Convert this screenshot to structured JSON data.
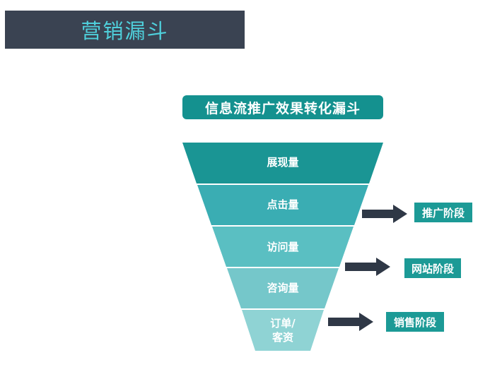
{
  "slide": {
    "title": "营销漏斗"
  },
  "funnel": {
    "title": "信息流推广效果转化漏斗",
    "stages": [
      {
        "label": "展现量",
        "color": "#1a9594"
      },
      {
        "label": "点击量",
        "color": "#3aadb3"
      },
      {
        "label": "访问量",
        "color": "#5abfc2"
      },
      {
        "label": "咨询量",
        "color": "#75c7ca"
      },
      {
        "label": "订单/\n客资",
        "color": "#8fd3d4"
      }
    ]
  },
  "phases": [
    {
      "label": "推广阶段"
    },
    {
      "label": "网站阶段"
    },
    {
      "label": "销售阶段"
    }
  ],
  "colors": {
    "arrow": "#2f3846",
    "phase_bg": "#1c9a96",
    "banner_bg": "#3a4352",
    "banner_text": "#4fd0dc"
  }
}
